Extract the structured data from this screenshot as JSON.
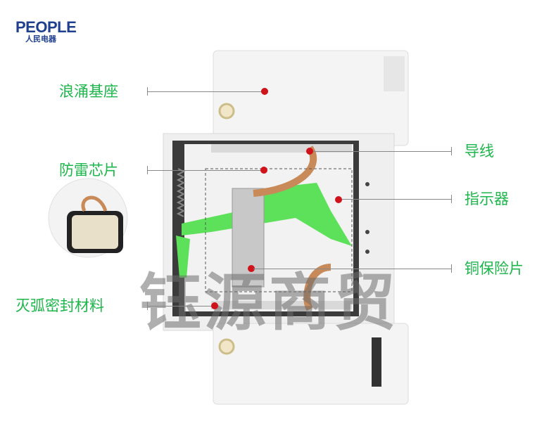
{
  "logo": {
    "en": "PEOPLE",
    "cn": "人民电器"
  },
  "labels": {
    "surge_base": "浪涌基座",
    "lightning_chip": "防雷芯片",
    "arc_seal": "灭弧密封材料",
    "wire": "导线",
    "indicator": "指示器",
    "copper_fuse": "铜保险片"
  },
  "watermark": "钰源商贸",
  "colors": {
    "label": "#1db64a",
    "marker": "#d0121b",
    "lever": "#5de15a"
  }
}
